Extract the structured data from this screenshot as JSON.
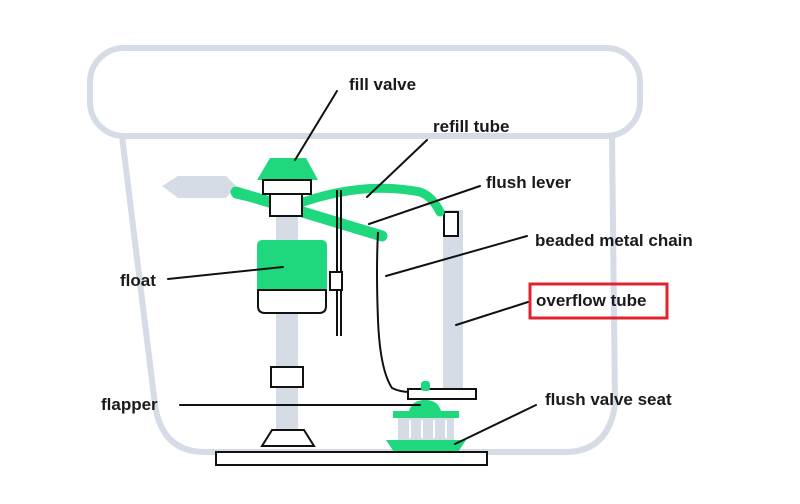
{
  "colors": {
    "tank_outline": "#d6dce6",
    "part_gray": "#d6dce6",
    "accent_green": "#1fd87e",
    "line_dark": "#111111",
    "highlight_red": "#e0242f"
  },
  "labels": {
    "fill_valve": "fill valve",
    "refill_tube": "refill tube",
    "flush_lever": "flush lever",
    "beaded_metal_chain": "beaded metal chain",
    "float": "float",
    "overflow_tube": "overflow tube",
    "flapper": "flapper",
    "flush_valve_seat": "flush valve seat"
  },
  "highlighted_label": "overflow_tube"
}
